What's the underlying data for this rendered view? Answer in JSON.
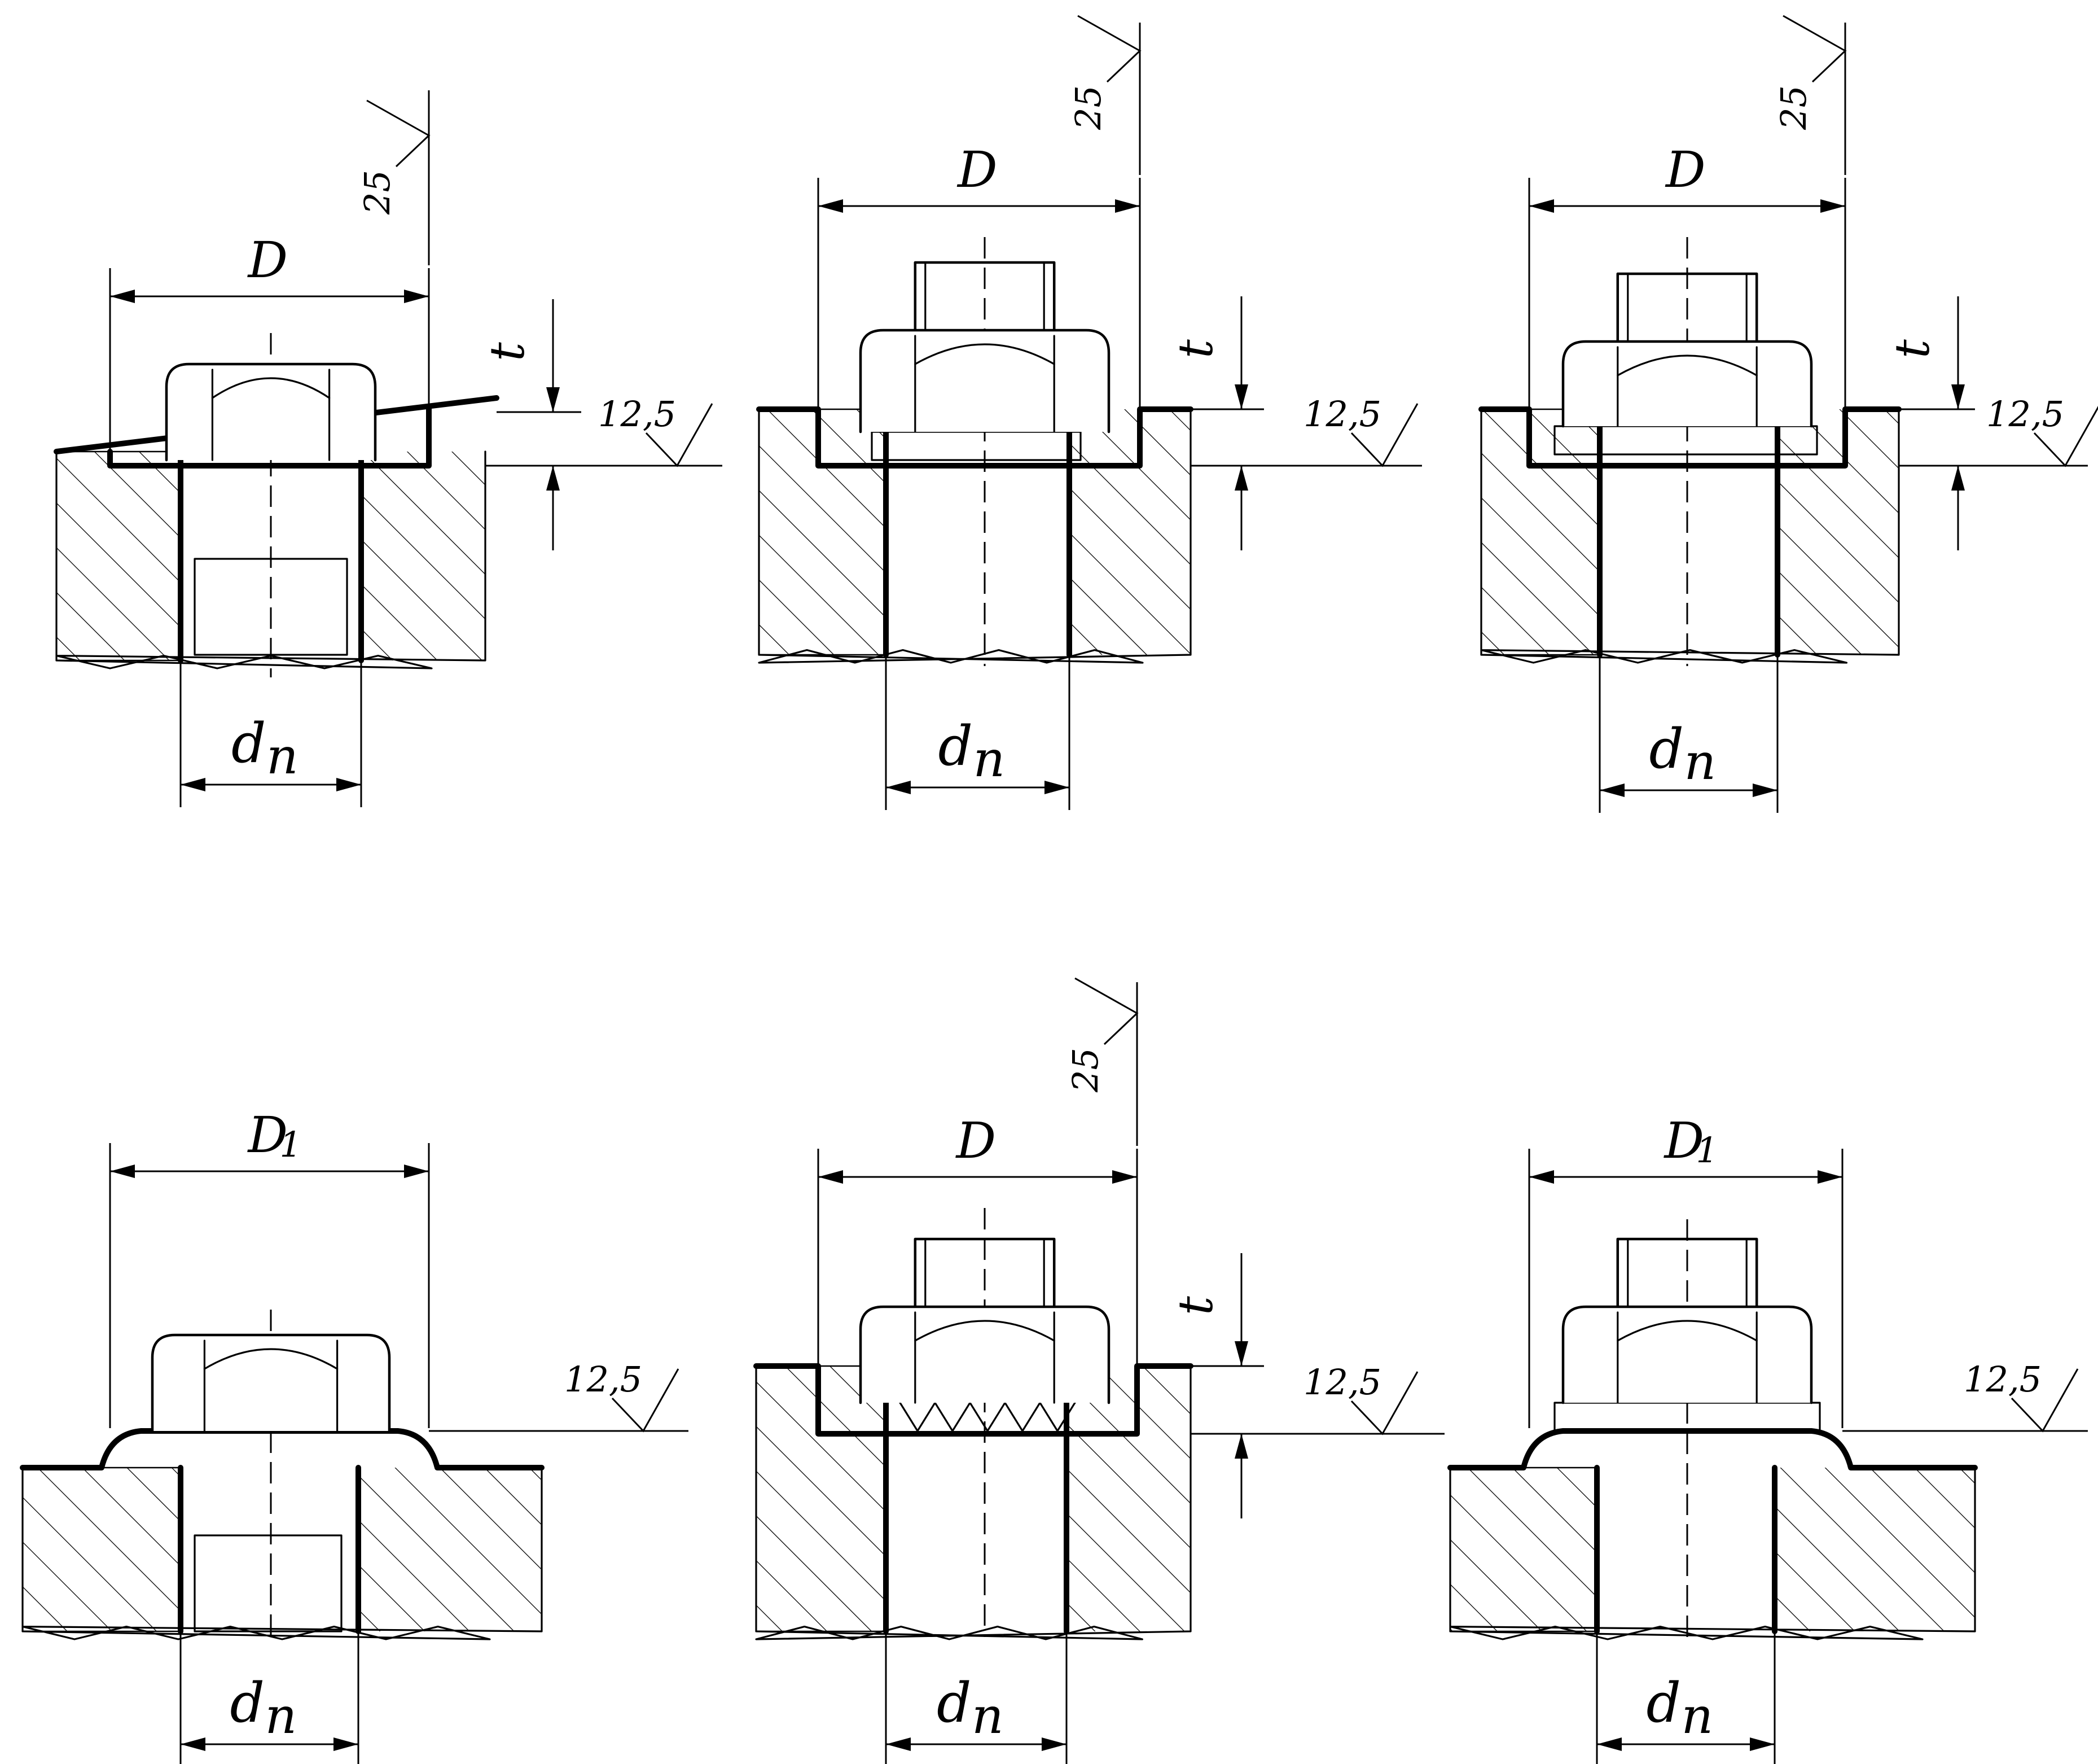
{
  "figure": {
    "views": [
      {
        "id": "top-left",
        "variant": "tapered-washer",
        "labels": {
          "diameter": "D",
          "bore": "d",
          "bore_sub": "n",
          "depth": "t",
          "roughness_wall": "25",
          "roughness_face": "12,5"
        }
      },
      {
        "id": "top-middle",
        "variant": "counterbore-lock-washer",
        "labels": {
          "diameter": "D",
          "bore": "d",
          "bore_sub": "n",
          "depth": "t",
          "roughness_wall": "25",
          "roughness_face": "12,5"
        }
      },
      {
        "id": "top-right",
        "variant": "counterbore-flat-washer",
        "labels": {
          "diameter": "D",
          "bore": "d",
          "bore_sub": "n",
          "depth": "t",
          "roughness_wall": "25",
          "roughness_face": "12,5"
        }
      },
      {
        "id": "bottom-left",
        "variant": "spot-face",
        "labels": {
          "diameter": "D",
          "diameter_sub": "1",
          "bore": "d",
          "bore_sub": "n",
          "roughness_face": "12,5"
        }
      },
      {
        "id": "bottom-middle",
        "variant": "counterbore-toothed-washer",
        "labels": {
          "diameter": "D",
          "bore": "d",
          "bore_sub": "n",
          "depth": "t",
          "roughness_wall": "25",
          "roughness_face": "12,5"
        }
      },
      {
        "id": "bottom-right",
        "variant": "spot-face-washer",
        "labels": {
          "diameter": "D",
          "diameter_sub": "1",
          "bore": "d",
          "bore_sub": "n",
          "roughness_face": "12,5"
        }
      }
    ]
  }
}
